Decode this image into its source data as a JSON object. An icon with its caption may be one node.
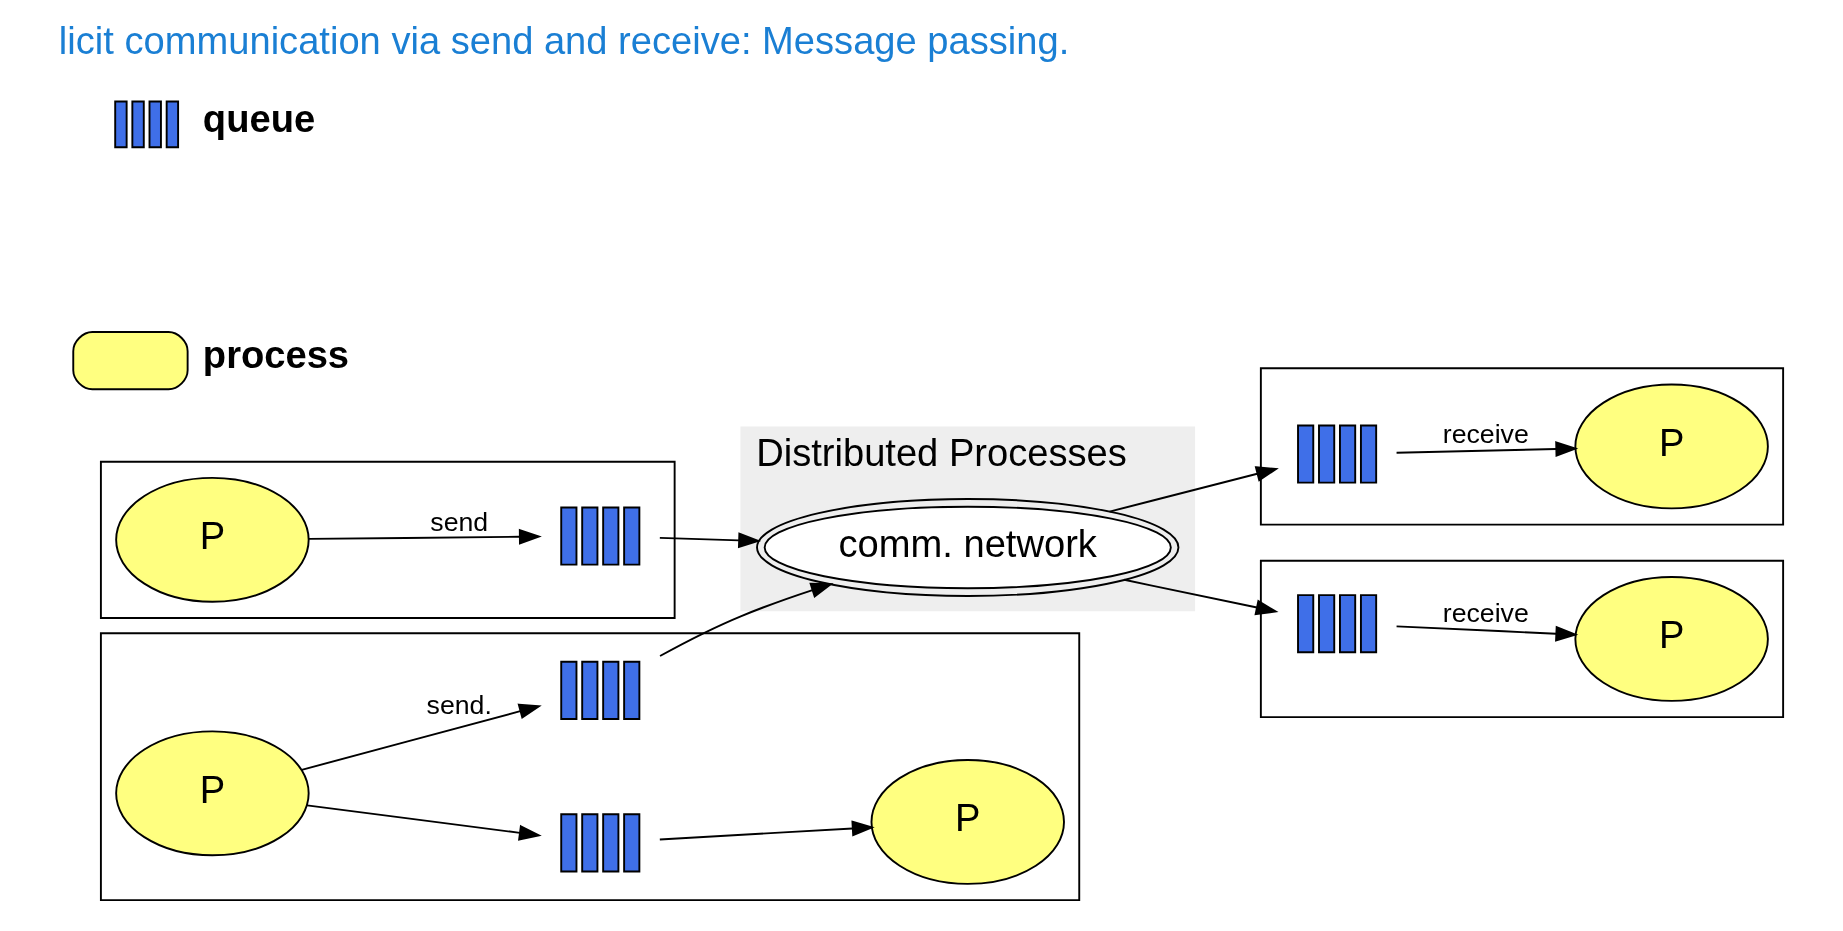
{
  "diagram": {
    "title": "licit communication via send and receive: Message passing.",
    "nodes": [
      {
        "text": [
          "Distributed Processes"
        ]
      },
      {
        "text": [],
        "shape": "box"
      },
      {
        "text": [
          "P"
        ],
        "in": 1
      },
      {
        "text": [],
        "shape": "queue",
        "in": 1
      },
      {
        "text": [],
        "shape": "box"
      },
      {
        "text": [
          "P"
        ],
        "in": 4
      },
      {
        "text": [],
        "shape": "queue",
        "in": 4
      },
      {
        "text": [],
        "shape": "queue",
        "in": 4
      },
      {
        "text": [
          "P"
        ],
        "in": 4
      },
      {
        "text": [
          "comm. network"
        ],
        "in": 0
      },
      {
        "text": [],
        "shape": "box"
      },
      {
        "text": [
          "P"
        ],
        "in": 10
      },
      {
        "text": [],
        "shape": "queue",
        "in": 10
      },
      {
        "text": [],
        "shape": "box"
      },
      {
        "text": [],
        "shape": "queue",
        "in": 13
      },
      {
        "text": [
          "P"
        ],
        "in": 13
      }
    ],
    "edges": [
      {
        "from": 2,
        "to": 3,
        "arrow": "to",
        "label": "send"
      },
      {
        "from": 3,
        "to": 9,
        "arrow": "to"
      },
      {
        "from": 5,
        "to": 6,
        "arrow": "to",
        "label": "send."
      },
      {
        "from": 6,
        "to": 9,
        "arrow": "to"
      },
      {
        "from": 5,
        "to": 7,
        "arrow": "to"
      },
      {
        "from": 7,
        "to": 8,
        "arrow": "to"
      },
      {
        "from": 9,
        "to": 12,
        "arrow": "to"
      },
      {
        "from": 12,
        "to": 11,
        "arrow": "to",
        "label": "receive"
      },
      {
        "from": 9,
        "to": 14,
        "arrow": "to"
      },
      {
        "from": 14,
        "to": 15,
        "arrow": "to",
        "label": "receive"
      }
    ],
    "legend": [
      {
        "text": "queue"
      },
      {
        "text": "process"
      }
    ]
  }
}
